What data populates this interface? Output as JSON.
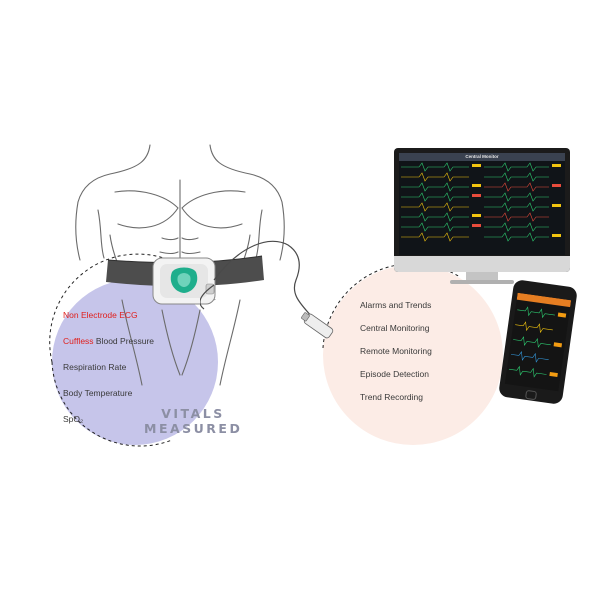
{
  "vitals": {
    "title_line1": "VITALS",
    "title_line2": "MEASURED",
    "items": [
      {
        "highlight": "Non Electrode ECG",
        "rest": ""
      },
      {
        "highlight": "Cuffless",
        "rest": " Blood Pressure"
      },
      {
        "highlight": "",
        "rest": "Respiration Rate"
      },
      {
        "highlight": "",
        "rest": "Body Temperature"
      },
      {
        "highlight": "",
        "rest": "SpO₂"
      }
    ]
  },
  "features": {
    "items": [
      "Alarms and Trends",
      "Central Monitoring",
      "Remote Monitoring",
      "Episode Detection",
      "Trend Recording"
    ]
  },
  "monitor": {
    "title": "Central Monitor"
  },
  "colors": {
    "highlight": "#e0201d",
    "vitals_circle": "#c6c5ea",
    "features_circle": "#fcece6",
    "device_accent": "#1fae8c",
    "belt": "#4d4d4d"
  }
}
